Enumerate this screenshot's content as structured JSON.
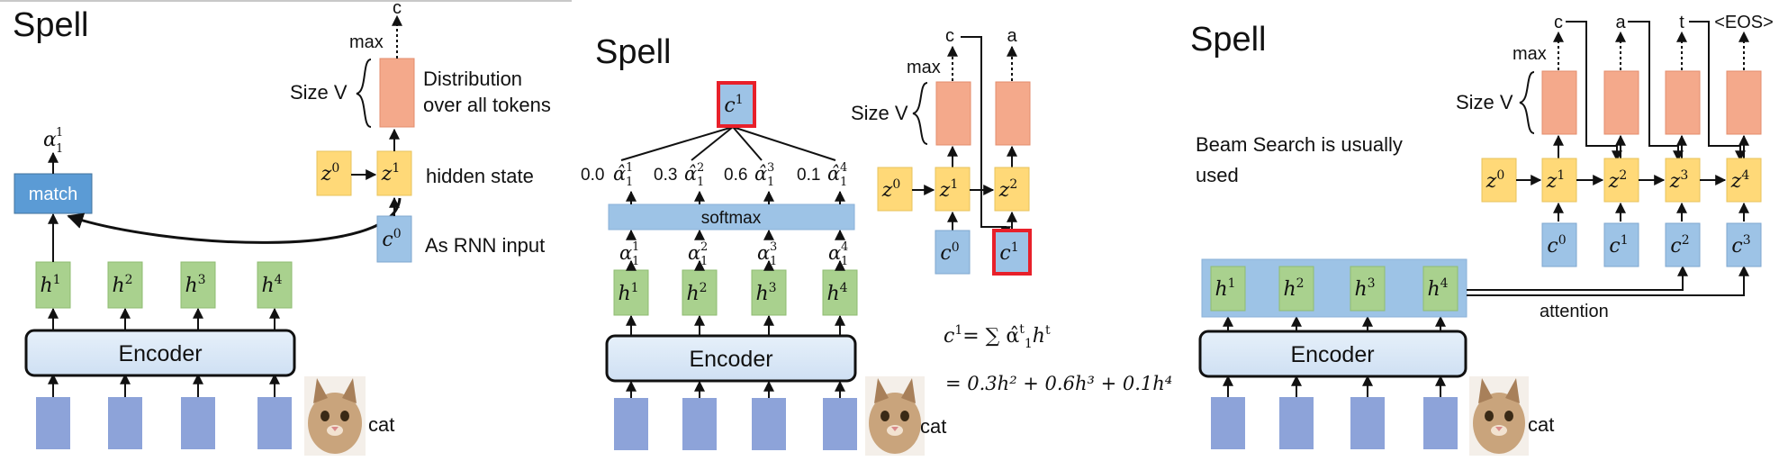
{
  "colors": {
    "input": "#8da3d9",
    "hidden_h": "#a9d18e",
    "hidden_z": "#ffd978",
    "output": "#f4a98b",
    "blue_box": "#9dc3e6",
    "match": "#5b9bd5",
    "encoder": "#deebf7",
    "highlight": "#e8202a"
  },
  "panel1": {
    "title": "Spell",
    "match_label": "match",
    "alpha": "α",
    "alpha_sup": "1",
    "alpha_sub": "1",
    "h": [
      "h",
      "h",
      "h",
      "h"
    ],
    "h_sup": [
      "1",
      "2",
      "3",
      "4"
    ],
    "encoder_label": "Encoder",
    "cat_label": "cat",
    "z0": "z",
    "z0_sup": "0",
    "z1": "z",
    "z1_sup": "1",
    "c0": "c",
    "c0_sup": "0",
    "hidden_state": "hidden state",
    "rnn_input": "As RNN input",
    "size_v": "Size V",
    "dist_line1": "Distribution",
    "dist_line2": "over all tokens",
    "max_label": "max",
    "out_char": "c"
  },
  "panel2": {
    "title": "Spell",
    "c_top": "c",
    "c_top_sup": "1",
    "weights": [
      "0.0",
      "0.3",
      "0.6",
      "0.1"
    ],
    "alpha_hat": "α̂",
    "alpha_sup": [
      "1",
      "2",
      "3",
      "4"
    ],
    "softmax_label": "softmax",
    "alpha": "α",
    "h": "h",
    "encoder_label": "Encoder",
    "cat_label": "cat",
    "size_v": "Size V",
    "max_label": "max",
    "out_chars": [
      "c",
      "a"
    ],
    "z": "z",
    "z_sups": [
      "0",
      "1",
      "2"
    ],
    "c0_sup": "0",
    "c1_sup": "1",
    "eq1_lhs": "c",
    "eq1_lhs_sup": "1",
    "eq1_rhs": "= ∑ α̂",
    "eq1_tail": "h",
    "eq1_t": "t",
    "eq1_one": "1",
    "eq2": "= 0.3h² + 0.6h³ + 0.1h⁴"
  },
  "panel3": {
    "title": "Spell",
    "beam_line1": "Beam Search is usually",
    "beam_line2": "used",
    "h": "h",
    "h_sup": [
      "1",
      "2",
      "3",
      "4"
    ],
    "encoder_label": "Encoder",
    "cat_label": "cat",
    "size_v": "Size V",
    "max_label": "max",
    "out_chars": [
      "c",
      "a",
      "t",
      "<EOS>"
    ],
    "z": "z",
    "z_sups": [
      "0",
      "1",
      "2",
      "3",
      "4"
    ],
    "c": "c",
    "c_sups": [
      "0",
      "1",
      "2",
      "3"
    ],
    "attention_label": "attention"
  }
}
